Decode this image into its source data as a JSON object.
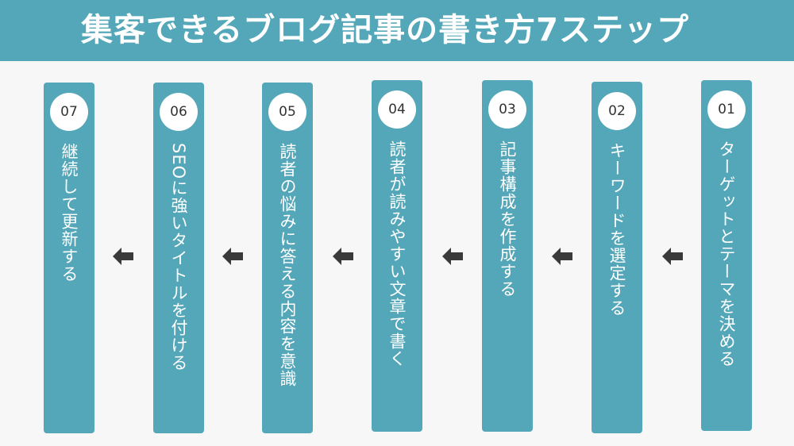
{
  "title": "集客できるブログ記事の書き方7ステップ",
  "steps": [
    {
      "num": "01",
      "text": "ターゲットとテーマを決める"
    },
    {
      "num": "02",
      "text": "キーワードを選定する"
    },
    {
      "num": "03",
      "text": "記事構成を作成する"
    },
    {
      "num": "04",
      "text": "読者が読みやすい文章で書く"
    },
    {
      "num": "05",
      "text": "読者の悩みに答える内容を意識"
    },
    {
      "num": "06",
      "text": "SEOに強いタイトルを付ける"
    },
    {
      "num": "07",
      "text": "継続して更新する"
    }
  ],
  "colors": {
    "accent": "#54a7b9",
    "background": "#f7f7f7",
    "badge": "#ffffff",
    "arrow": "#3a3a3a"
  },
  "icons": {
    "arrow": "arrow-left-icon"
  }
}
